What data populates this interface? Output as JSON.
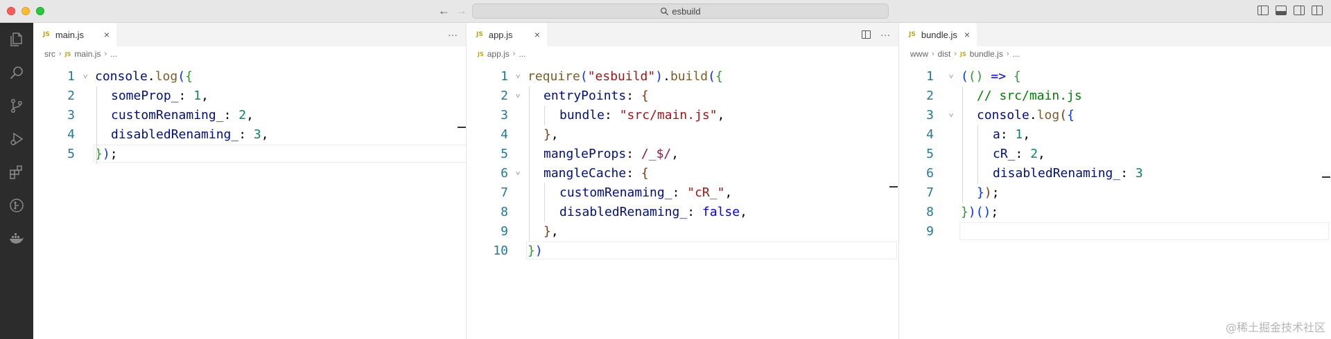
{
  "window": {
    "title": "esbuild",
    "search_icon": "magnifier-icon"
  },
  "activity_bar": {
    "icons": [
      "files-icon",
      "search-icon",
      "source-control-icon",
      "run-debug-icon",
      "extensions-icon",
      "git-lens-icon",
      "docker-icon"
    ]
  },
  "editors": [
    {
      "tab": "main.js",
      "breadcrumb": [
        "src",
        "main.js",
        "..."
      ],
      "lines": [
        [
          [
            "k-var",
            "console"
          ],
          [
            "",
            "."
          ],
          [
            "k-fn",
            "log"
          ],
          [
            "k-b1",
            "("
          ],
          [
            "k-b2",
            "{"
          ]
        ],
        [
          [
            "",
            ""
          ],
          [
            "k-var",
            "someProp_"
          ],
          [
            "",
            ": "
          ],
          [
            "k-num",
            "1"
          ],
          [
            "",
            ","
          ]
        ],
        [
          [
            "",
            ""
          ],
          [
            "k-var",
            "customRenaming_"
          ],
          [
            "",
            ": "
          ],
          [
            "k-num",
            "2"
          ],
          [
            "",
            ","
          ]
        ],
        [
          [
            "",
            ""
          ],
          [
            "k-var",
            "disabledRenaming_"
          ],
          [
            "",
            ": "
          ],
          [
            "k-num",
            "3"
          ],
          [
            "",
            ","
          ]
        ],
        [
          [
            "k-b2",
            "}"
          ],
          [
            "k-b1",
            ")"
          ],
          [
            "",
            ";"
          ]
        ]
      ]
    },
    {
      "tab": "app.js",
      "breadcrumb": [
        "app.js",
        "..."
      ],
      "lines": [
        [
          [
            "k-fn",
            "require"
          ],
          [
            "k-b1",
            "("
          ],
          [
            "k-str",
            "\"esbuild\""
          ],
          [
            "k-b1",
            ")"
          ],
          [
            "",
            "."
          ],
          [
            "k-fn",
            "build"
          ],
          [
            "k-b1",
            "("
          ],
          [
            "k-b2",
            "{"
          ]
        ],
        [
          [
            "k-var",
            "entryPoints"
          ],
          [
            "",
            ": "
          ],
          [
            "k-b3",
            "{"
          ]
        ],
        [
          [
            "k-var",
            "bundle"
          ],
          [
            "",
            ": "
          ],
          [
            "k-str",
            "\"src/main.js\""
          ],
          [
            "",
            ","
          ]
        ],
        [
          [
            "k-b3",
            "}"
          ],
          [
            "",
            ","
          ]
        ],
        [
          [
            "k-var",
            "mangleProps"
          ],
          [
            "",
            ": "
          ],
          [
            "k-re",
            "/_$/"
          ],
          [
            "",
            ","
          ]
        ],
        [
          [
            "k-var",
            "mangleCache"
          ],
          [
            "",
            ": "
          ],
          [
            "k-b3",
            "{"
          ]
        ],
        [
          [
            "k-var",
            "customRenaming_"
          ],
          [
            "",
            ": "
          ],
          [
            "k-str",
            "\"cR_\""
          ],
          [
            "",
            ","
          ]
        ],
        [
          [
            "k-var",
            "disabledRenaming_"
          ],
          [
            "",
            ": "
          ],
          [
            "k-key",
            "false"
          ],
          [
            "",
            ","
          ]
        ],
        [
          [
            "k-b3",
            "}"
          ],
          [
            "",
            ","
          ]
        ],
        [
          [
            "k-b2",
            "}"
          ],
          [
            "k-b1",
            ")"
          ]
        ]
      ]
    },
    {
      "tab": "bundle.js",
      "breadcrumb": [
        "www",
        "dist",
        "bundle.js",
        "..."
      ],
      "lines": [
        [
          [
            "k-b1",
            "("
          ],
          [
            "k-b2",
            "()"
          ],
          [
            "",
            " "
          ],
          [
            "k-key",
            "=>"
          ],
          [
            "",
            " "
          ],
          [
            "k-b2",
            "{"
          ]
        ],
        [
          [
            "k-com",
            "// src/main.js"
          ]
        ],
        [
          [
            "k-var",
            "console"
          ],
          [
            "",
            "."
          ],
          [
            "k-fn",
            "log"
          ],
          [
            "k-b3",
            "("
          ],
          [
            "k-b1",
            "{"
          ]
        ],
        [
          [
            "k-var",
            "a"
          ],
          [
            "",
            ": "
          ],
          [
            "k-num",
            "1"
          ],
          [
            "",
            ","
          ]
        ],
        [
          [
            "k-var",
            "cR_"
          ],
          [
            "",
            ": "
          ],
          [
            "k-num",
            "2"
          ],
          [
            "",
            ","
          ]
        ],
        [
          [
            "k-var",
            "disabledRenaming_"
          ],
          [
            "",
            ": "
          ],
          [
            "k-num",
            "3"
          ]
        ],
        [
          [
            "k-b1",
            "}"
          ],
          [
            "k-b3",
            ")"
          ],
          [
            "",
            ";"
          ]
        ],
        [
          [
            "k-b2",
            "}"
          ],
          [
            "k-b1",
            ")"
          ],
          [
            "k-b1",
            "()"
          ],
          [
            "",
            ";"
          ]
        ],
        [
          [
            "",
            ""
          ]
        ]
      ]
    }
  ],
  "watermark": "@稀土掘金技术社区"
}
